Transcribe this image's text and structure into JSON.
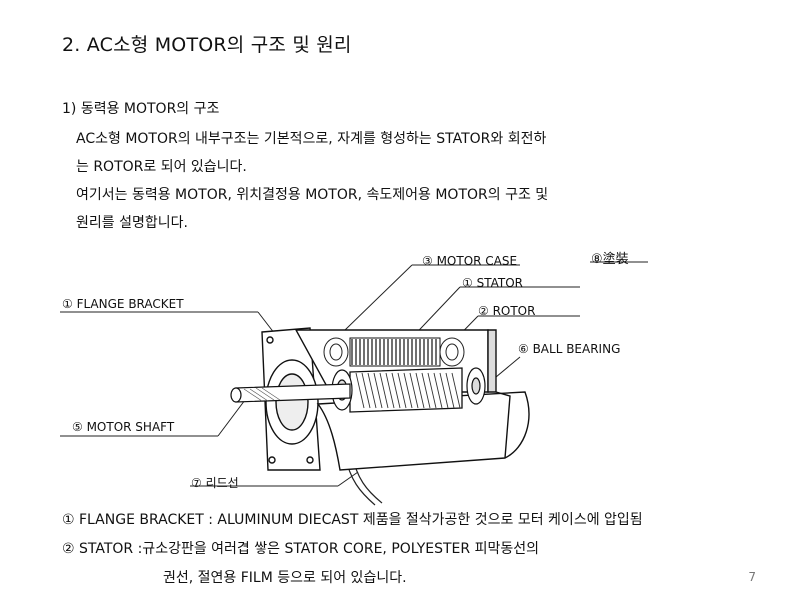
{
  "page": {
    "title": "2. AC소형 MOTOR의 구조 및 원리",
    "section_heading": "1) 동력용 MOTOR의 구조",
    "paragraph1": [
      "AC소형 MOTOR의 내부구조는 기본적으로, 자계를 형성하는 STATOR와 회전하",
      "는 ROTOR로 되어 있습니다."
    ],
    "paragraph2": [
      "여기서는 동력용 MOTOR, 위치결정용 MOTOR, 속도제어용 MOTOR의 구조 및",
      "원리를 설명합니다."
    ],
    "page_number": "7"
  },
  "diagram": {
    "labels": {
      "motor_case": "③ MOTOR CASE",
      "coating": "⑧塗裝",
      "stator": "① STATOR",
      "flange_bracket": "① FLANGE BRACKET",
      "rotor": "② ROTOR",
      "ball_bearing": "⑥ BALL BEARING",
      "motor_shaft": "⑤ MOTOR SHAFT",
      "lead_wire": "⑦ 리드선"
    }
  },
  "footnotes": [
    "① FLANGE BRACKET : ALUMINUM DIECAST 제품을 절삭가공한 것으로 모터 케이스에 압입됨",
    "② STATOR :규소강판을 여러겹 쌓은 STATOR CORE, POLYESTER 피막동선의",
    "권선, 절연용 FILM 등으로 되어 있습니다."
  ]
}
